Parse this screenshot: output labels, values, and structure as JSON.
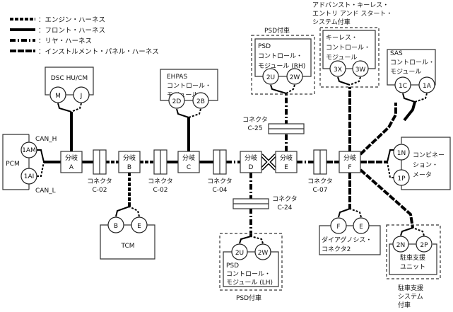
{
  "legend": [
    {
      "key": "engine",
      "label": "：エンジン・ハーネス"
    },
    {
      "key": "front",
      "label": "：フロント・ハーネス"
    },
    {
      "key": "rear",
      "label": "：リヤ・ハーネス"
    },
    {
      "key": "instrument",
      "label": "：インストルメント・パネル・ハーネス"
    }
  ],
  "branches": {
    "A": {
      "l1": "分岐",
      "l2": "A"
    },
    "B": {
      "l1": "分岐",
      "l2": "B"
    },
    "C": {
      "l1": "分岐",
      "l2": "C"
    },
    "D": {
      "l1": "分岐",
      "l2": "D"
    },
    "E": {
      "l1": "分岐",
      "l2": "E"
    },
    "F": {
      "l1": "分岐",
      "l2": "F"
    }
  },
  "connectors": {
    "c02a": {
      "l1": "コネクタ",
      "l2": "C-02"
    },
    "c02b": {
      "l1": "コネクタ",
      "l2": "C-02"
    },
    "c04": {
      "l1": "コネクタ",
      "l2": "C-04"
    },
    "c07": {
      "l1": "コネクタ",
      "l2": "C-07"
    },
    "c25": {
      "l1": "コネクタ",
      "l2": "C-25"
    },
    "c24": {
      "l1": "コネクタ",
      "l2": "C-24"
    }
  },
  "modules": {
    "pcm": {
      "name": "PCM",
      "pins": [
        "1AM",
        "1AI"
      ],
      "can_h": "CAN_H",
      "can_l": "CAN_L"
    },
    "dsc": {
      "name": "DSC HU/CM",
      "pins": [
        "M",
        "J"
      ]
    },
    "tcm": {
      "name": "TCM",
      "pins": [
        "B",
        "E"
      ]
    },
    "ehpas": {
      "lines": [
        "EHPAS",
        "コントロール・",
        "モジュール"
      ],
      "pins": [
        "2D",
        "2B"
      ]
    },
    "psd_rh": {
      "lines": [
        "PSD",
        "コントロール・",
        "モジュール (RH)"
      ],
      "pins": [
        "2U",
        "2W"
      ],
      "option": "PSD付車"
    },
    "keyless": {
      "lines": [
        "キーレス・",
        "コントロール・",
        "モジュール"
      ],
      "pins": [
        "3X",
        "3W"
      ],
      "option": [
        "アドバンスト・キーレス・",
        "エントリ アンド スタート・",
        "システム付車"
      ]
    },
    "sas": {
      "lines": [
        "SAS",
        "コントロール・",
        "モジュール"
      ],
      "pins": [
        "1C",
        "1A"
      ]
    },
    "combi": {
      "lines": [
        "コンビネー",
        "ション・",
        "メータ"
      ],
      "pins": [
        "1N",
        "1P"
      ]
    },
    "diag": {
      "lines": [
        "ダイアグノシス・",
        "コネクタ2"
      ],
      "pins": [
        "F",
        "E"
      ]
    },
    "psd_lh": {
      "lines": [
        "PSD",
        "コントロール・",
        "モジュール (LH)"
      ],
      "pins": [
        "2U",
        "2W"
      ],
      "option": "PSD付車"
    },
    "park": {
      "lines": [
        "駐車支援",
        "ユニット"
      ],
      "pins": [
        "2N",
        "2P"
      ],
      "option": [
        "駐車支援",
        "システム",
        "付車"
      ]
    }
  }
}
